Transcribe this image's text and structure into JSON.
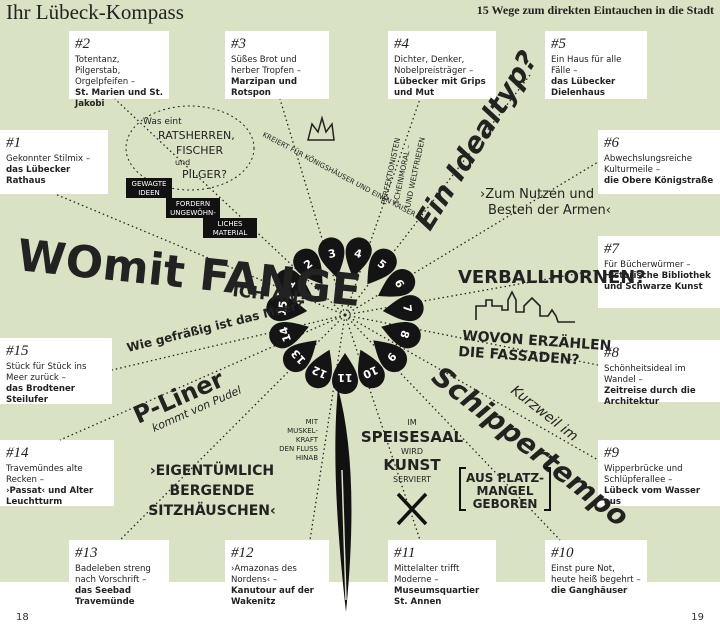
{
  "header": {
    "title": "Ihr Lübeck-Kompass",
    "subtitle": "15 Wege zum direkten Eintauchen in die Stadt"
  },
  "boxes": {
    "b1": {
      "num": "#1",
      "text": "Gekonnter Stilmix –",
      "bold": "das Lübecker Rathaus"
    },
    "b2": {
      "num": "#2",
      "text": "Totentanz, Pilgerstab, Orgelpfeifen –",
      "bold": "St. Marien und St. Jakobi"
    },
    "b3": {
      "num": "#3",
      "text": "Süßes Brot und herber Tropfen –",
      "bold": "Marzipan und Rotspon"
    },
    "b4": {
      "num": "#4",
      "text": "Dichter, Denker, Nobelpreisträger –",
      "bold": "Lübecker mit Grips und Mut"
    },
    "b5": {
      "num": "#5",
      "text": "Ein Haus für alle Fälle –",
      "bold": "das Lübecker Dielenhaus"
    },
    "b6": {
      "num": "#6",
      "text": "Abwechslungsreiche Kulturmeile –",
      "bold": "die Obere Königstraße"
    },
    "b7": {
      "num": "#7",
      "text": "Für Bücherwürmer –",
      "bold": "Historische Bibliothek und Schwarze Kunst"
    },
    "b8": {
      "num": "#8",
      "text": "Schönheitsideal im Wandel –",
      "bold": "Zeitreise durch die Architektur"
    },
    "b9": {
      "num": "#9",
      "text": "Wipperbrücke und Schlüpferallee –",
      "bold": "Lübeck vom Wasser aus"
    },
    "b10": {
      "num": "#10",
      "text": "Einst pure Not, heute heiß begehrt –",
      "bold": "die Ganghäuser"
    },
    "b11": {
      "num": "#11",
      "text": "Mittelalter trifft Moderne –",
      "bold": "Museumsquartier St. Annen"
    },
    "b12": {
      "num": "#12",
      "text": "›Amazonas des Nordens‹ –",
      "bold": "Kanutour auf der Wakenitz"
    },
    "b13": {
      "num": "#13",
      "text": "Badeleben streng nach Vorschrift –",
      "bold": "das Seebad Travemünde"
    },
    "b14": {
      "num": "#14",
      "text": "Travemündes alte Recken –",
      "bold": "›Passat‹ und Alter Leuchtturm"
    },
    "b15": {
      "num": "#15",
      "text": "Stück für Stück ins Meer zurück –",
      "bold": "das Brodtener Steilufer"
    }
  },
  "petals": [
    "1",
    "2",
    "3",
    "4",
    "5",
    "6",
    "7",
    "8",
    "9",
    "10",
    "11",
    "12",
    "13",
    "14",
    "15"
  ],
  "labels": {
    "womit": "WOmit FANGE",
    "ich_an": "ICH AN?",
    "ratsherren": [
      "Was eint",
      "RATSHERREN,",
      "FISCHER",
      "und",
      "PILGER?"
    ],
    "gewagte": [
      "GEWAGTE",
      "IDEEN"
    ],
    "fordern": [
      "FORDERN",
      "UNGEWÖHN-"
    ],
    "liches": [
      "LICHES",
      "MATERIAL"
    ],
    "kaiser": "KREIERT FÜR KÖNIGSHÄUSER UND EINEN KAISER",
    "perfektionisten": [
      "PERFEKTIONISTEN",
      "SCHEINMORAL –",
      "UND WELTFRIEDEN"
    ],
    "ideal": "Ein Idealtyp?",
    "nutzen": [
      "›Zum Nutzen und",
      "Besten der Armen‹"
    ],
    "verballhornen": "VERBALLHORNEN?",
    "fassaden": [
      "WOVON ERZÄHLEN",
      "DIE FASSADEN?"
    ],
    "schipper": "Schippertempo",
    "kurzweil": "Kurzweil im",
    "gefraessig": "Wie gefräßig ist das Meer?",
    "pliner": "P-Liner",
    "pudel": "kommt von Pudel",
    "muskel": [
      "MIT",
      "MUSKEL-",
      "KRAFT",
      "DEN FLUSS",
      "HINAB"
    ],
    "speisesaal": [
      "IM",
      "SPEISESAAL",
      "WIRD",
      "KUNST",
      "SERVIERT"
    ],
    "eigentuemlich": [
      "›EIGENTÜMLICH",
      "BERGENDE",
      "SITZHÄUSCHEN‹"
    ],
    "platzmangel": [
      "AUS PLATZ-",
      "MANGEL",
      "GEBOREN"
    ]
  },
  "pages": {
    "left": "18",
    "right": "19"
  },
  "colors": {
    "panel": "#d9e3c4",
    "ink": "#1a1a1a",
    "box": "#ffffff"
  }
}
